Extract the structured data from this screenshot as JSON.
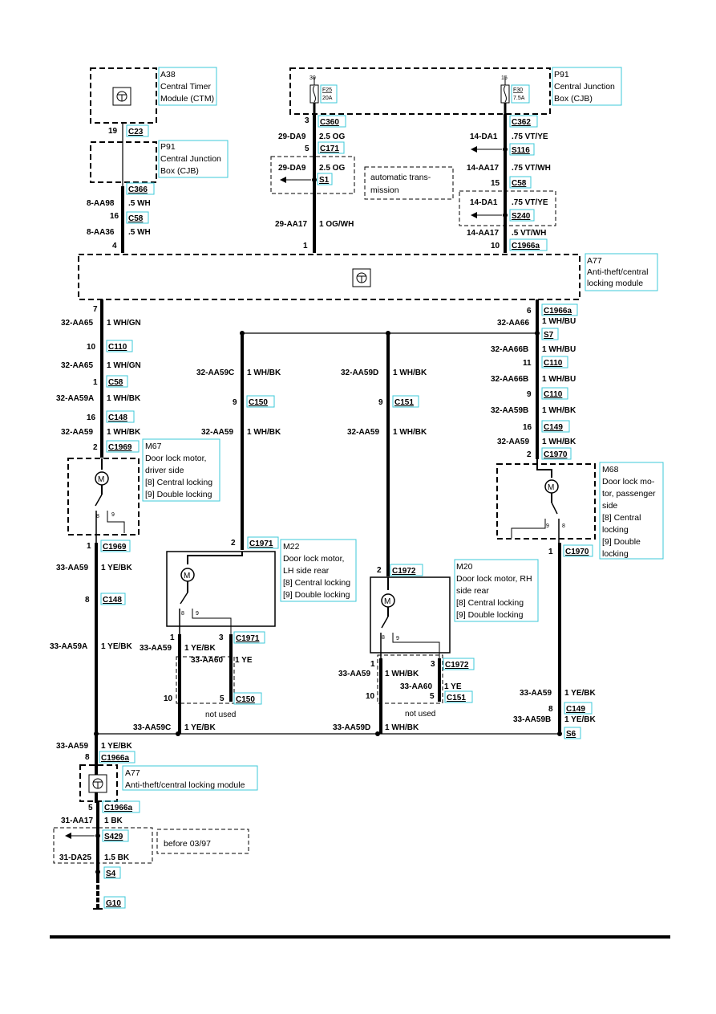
{
  "modules": {
    "a38": {
      "id": "A38",
      "name1": "Central Timer",
      "name2": "Module (CTM)"
    },
    "p91_left": {
      "id": "P91",
      "name1": "Central Junction",
      "name2": "Box (CJB)"
    },
    "p91_top": {
      "id": "P91",
      "name1": "Central Junction",
      "name2": "Box (CJB)"
    },
    "a77_main": {
      "id": "A77",
      "name1": "Anti-theft/central",
      "name2": "locking module"
    },
    "a77_lower": {
      "id": "A77",
      "name1": "Anti-theft/central locking module"
    },
    "m67": {
      "id": "M67",
      "lines": [
        "Door lock motor,",
        "driver side",
        "[8] Central locking",
        "[9] Double locking"
      ]
    },
    "m22": {
      "id": "M22",
      "lines": [
        "Door lock motor,",
        "LH side rear",
        "[8] Central locking",
        "[9] Double locking"
      ]
    },
    "m20": {
      "id": "M20",
      "lines": [
        "Door lock motor, RH",
        "side rear",
        "[8] Central locking",
        "[9] Double locking"
      ]
    },
    "m68": {
      "id": "M68",
      "lines": [
        "Door lock mo-",
        "tor, passenger",
        "side",
        "[8] Central",
        "locking",
        "[9] Double",
        "locking"
      ]
    }
  },
  "fuses": {
    "f25": {
      "pin": "30",
      "name": "F25",
      "rating": "20A"
    },
    "f30": {
      "pin": "15",
      "name": "F30",
      "rating": "7.5A"
    }
  },
  "notes": {
    "auto_trans1": "automatic trans-",
    "auto_trans2": "mission",
    "before": "before 03/97",
    "not_used": "not used"
  },
  "motor_symbol": "M",
  "switch_pins": {
    "p8": "8",
    "p9": "9"
  },
  "connectors": {
    "c23": "C23",
    "c366": "C366",
    "c58": "C58",
    "c360": "C360",
    "c171": "C171",
    "s1": "S1",
    "c362": "C362",
    "s116": "S116",
    "s240": "S240",
    "c1966a": "C1966a",
    "s7": "S7",
    "c110": "C110",
    "c148": "C148",
    "c1969": "C1969",
    "c150": "C150",
    "c151": "C151",
    "c149": "C149",
    "c1970": "C1970",
    "c1971": "C1971",
    "c1972": "C1972",
    "s6": "S6",
    "s429": "S429",
    "s4": "S4",
    "g10": "G10"
  },
  "pins": {
    "p19": "19",
    "p16": "16",
    "p4": "4",
    "p3": "3",
    "p5": "5",
    "p1": "1",
    "p15": "15",
    "p10": "10",
    "p7": "7",
    "p6": "6",
    "p11": "11",
    "p9": "9",
    "p2": "2",
    "p8": "8"
  },
  "wires": {
    "aa98": "8-AA98",
    "aa98c": ".5 WH",
    "aa36": "8-AA36",
    "aa36c": ".5 WH",
    "da9": "29-DA9",
    "da9c": "2.5 OG",
    "aa17_29": "29-AA17",
    "aa17_29c": "1 OG/WH",
    "da1": "14-DA1",
    "da1c": ".75 VT/YE",
    "aa17_14": "14-AA17",
    "aa17_14c": ".75 VT/WH",
    "aa17_14c2": ".5 VT/WH",
    "aa65": "32-AA65",
    "aa65c": "1 WH/GN",
    "aa59a": "32-AA59A",
    "aa59ac": "1 WH/BK",
    "aa59": "32-AA59",
    "aa59c": "1 WH/BK",
    "aa59_33": "33-AA59",
    "aa59_33c": "1 YE/BK",
    "aa59a_33": "33-AA59A",
    "aa59a_33c": "1 YE/BK",
    "aa59c_32": "32-AA59C",
    "aa59c_32c": "1 WH/BK",
    "aa59d_32": "32-AA59D",
    "aa59d_32c": "1 WH/BK",
    "aa66": "32-AA66",
    "aa66c": "1 WH/BU",
    "aa66b": "32-AA66B",
    "aa66bc": "1 WH/BU",
    "aa59b_32": "32-AA59B",
    "aa59b_32c": "1 WH/BK",
    "aa60": "33-AA60",
    "aa60c": "1 YE",
    "aa59_33wb": "1 WH/BK",
    "aa59c_33": "33-AA59C",
    "aa59c_33c": "1 YE/BK",
    "aa59d_33": "33-AA59D",
    "aa59d_33c": "1 WH/BK",
    "aa59b_33": "33-AA59B",
    "aa59b_33c": "1 YE/BK",
    "aa17_31": "31-AA17",
    "aa17_31c": "1 BK",
    "da25": "31-DA25",
    "da25c": "1.5 BK"
  }
}
